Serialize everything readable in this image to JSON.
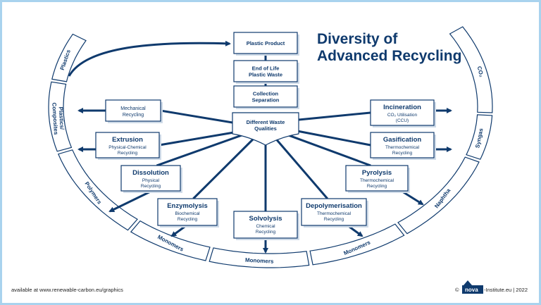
{
  "title": [
    "Diversity of",
    "Advanced Recycling"
  ],
  "center_column": [
    {
      "lines": [
        "Plastic Product"
      ]
    },
    {
      "lines": [
        "End of Life",
        "Plastic Waste"
      ]
    },
    {
      "lines": [
        "Collection",
        "Separation"
      ]
    }
  ],
  "hub": {
    "lines": [
      "Different Waste",
      "Qualities"
    ]
  },
  "processes": [
    {
      "title": "",
      "sub": [
        "Mechanical",
        "Recycling"
      ]
    },
    {
      "title": "Extrusion",
      "sub": [
        "Physical-Chemical",
        "Recycling"
      ]
    },
    {
      "title": "Dissolution",
      "sub": [
        "Physical",
        "Recycling"
      ]
    },
    {
      "title": "Enzymolysis",
      "sub": [
        "Biochemical",
        "Recycling"
      ]
    },
    {
      "title": "Solvolysis",
      "sub": [
        "Chemical",
        "Recycling"
      ]
    },
    {
      "title": "Depolymerisation",
      "sub": [
        "Thermochemical",
        "Recycling"
      ]
    },
    {
      "title": "Pyrolysis",
      "sub": [
        "Thermochemical",
        "Recycling"
      ]
    },
    {
      "title": "Gasification",
      "sub": [
        "Thermochemical",
        "Recycling"
      ]
    },
    {
      "title": "Incineration",
      "sub": [
        "CO₂ Utilisation",
        "(CCU)"
      ]
    }
  ],
  "outputs": [
    {
      "lines": [
        "Plastics"
      ]
    },
    {
      "lines": [
        "Plastics/",
        "Composites"
      ]
    },
    {
      "lines": [
        "Polymers"
      ]
    },
    {
      "lines": [
        "Monomers"
      ]
    },
    {
      "lines": [
        "Monomers"
      ]
    },
    {
      "lines": [
        "Monomers"
      ]
    },
    {
      "lines": [
        "Naphtha"
      ]
    },
    {
      "lines": [
        "Syngas"
      ]
    },
    {
      "lines": [
        "CO₂"
      ]
    }
  ],
  "footer": {
    "left": "available at www.renewable-carbon.eu/graphics",
    "copyright": "©",
    "brand": "nova",
    "right": "-Institute.eu | 2022"
  },
  "colors": {
    "navy": "#0f3a6d",
    "frame": "#a9d3ee",
    "shadow": "#cfdbe8"
  }
}
